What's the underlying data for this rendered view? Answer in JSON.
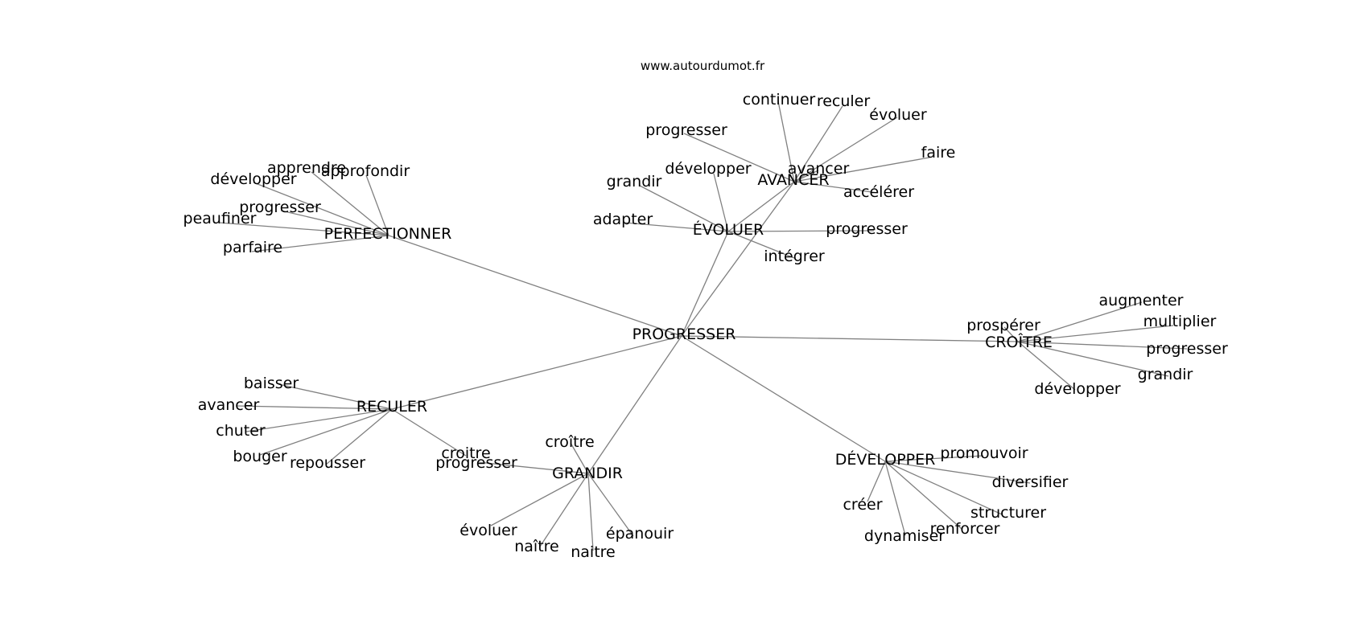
{
  "source": "www.autourdumot.fr",
  "center": "PROGRESSER",
  "hubs": [
    {
      "id": "perfectionner",
      "label": "PERFECTIONNER",
      "leaves": [
        "apprendre",
        "approfondir",
        "développer",
        "progresser",
        "peaufiner",
        "parfaire"
      ]
    },
    {
      "id": "evoluer",
      "label": "ÉVOLUER",
      "leaves": [
        "grandir",
        "développer",
        "adapter",
        "progresser",
        "intégrer"
      ]
    },
    {
      "id": "avancer",
      "label": "AVANCER",
      "leaves": [
        "continuer",
        "reculer",
        "évoluer",
        "progresser",
        "faire",
        "avancer",
        "accélérer"
      ]
    },
    {
      "id": "croitre",
      "label": "CROÎTRE",
      "leaves": [
        "augmenter",
        "prospérer",
        "multiplier",
        "progresser",
        "grandir",
        "développer"
      ]
    },
    {
      "id": "reculer",
      "label": "RECULER",
      "leaves": [
        "baisser",
        "avancer",
        "chuter",
        "bouger",
        "repousser",
        "croitre"
      ]
    },
    {
      "id": "grandir",
      "label": "GRANDIR",
      "leaves": [
        "croître",
        "progresser",
        "évoluer",
        "naître",
        "naitre",
        "épanouir"
      ]
    },
    {
      "id": "developper",
      "label": "DÉVELOPPER",
      "leaves": [
        "promouvoir",
        "diversifier",
        "créer",
        "structurer",
        "renforcer",
        "dynamiser"
      ]
    }
  ],
  "cross_links": [
    {
      "from": "evoluer",
      "to": "avancer"
    }
  ]
}
